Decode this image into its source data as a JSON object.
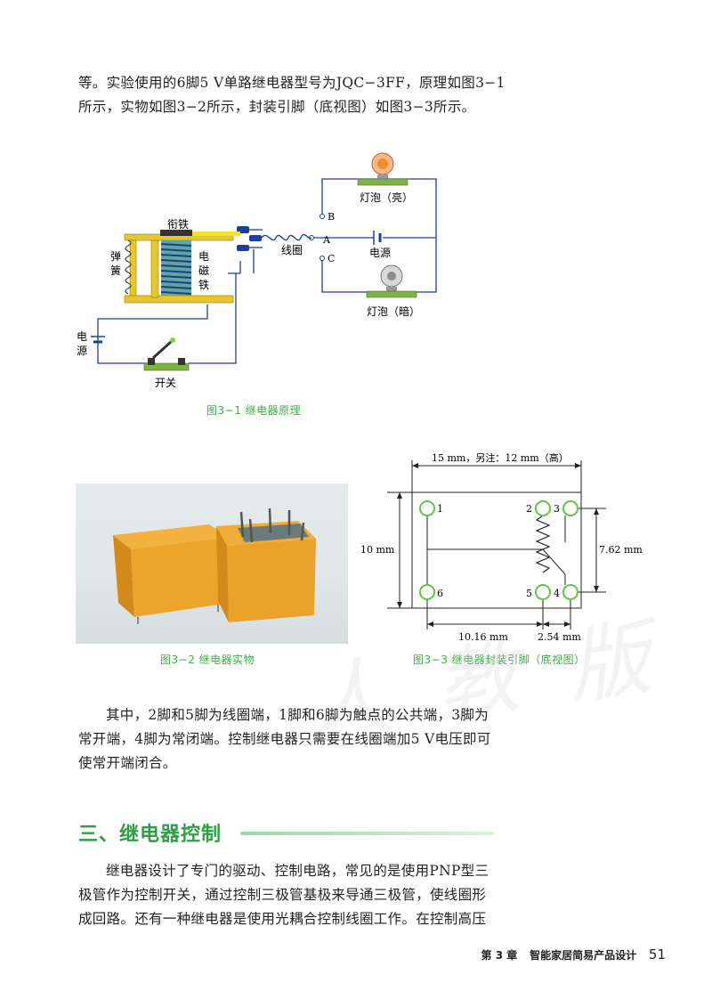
{
  "intro": {
    "line1": "等。实验使用的6脚5 V单路继电器型号为JQC−3FF，原理如图3−1",
    "line2": "所示，实物如图3−2所示，封装引脚（底视图）如图3−3所示。"
  },
  "figure1": {
    "caption": "图3−1    继电器原理",
    "labels": {
      "armature": "衔铁",
      "spring": "弹簧",
      "electromagnet": "电磁铁",
      "coil": "线圈",
      "power_left": "电源",
      "power_right": "电源",
      "switch": "开关",
      "bulb_on": "灯泡（亮）",
      "bulb_off": "灯泡（暗）",
      "point_a": "A",
      "point_b": "B",
      "point_c": "C"
    },
    "colors": {
      "wire": "#1e3f9c",
      "bulb_on": "#f28c28",
      "bulb_off": "#8a8a8a",
      "base": "#7cb342"
    }
  },
  "figure2": {
    "caption": "图3−2    继电器实物"
  },
  "figure3": {
    "caption": "图3−3    继电器封装引脚（底视图）",
    "top_dim": "15 mm，另注：12 mm（高）",
    "left_dim": "10 mm",
    "right_dim": "7.62 mm",
    "bottom_dim_left": "10.16 mm",
    "bottom_dim_right": "2.54 mm",
    "pins": [
      "1",
      "2",
      "3",
      "4",
      "5",
      "6"
    ],
    "pin_color": "#5cc840"
  },
  "body": {
    "p1_line1": "其中，2脚和5脚为线圈端，1脚和6脚为触点的公共端，3脚为",
    "p1_line2": "常开端，4脚为常闭端。控制继电器只需要在线圈端加5 V电压即可",
    "p1_line3": "使常开端闭合。"
  },
  "section": {
    "title": "三、继电器控制"
  },
  "body2": {
    "line1": "继电器设计了专门的驱动、控制电路，常见的是使用PNP型三",
    "line2": "极管作为控制开关，通过控制三极管基极来导通三极管，使线圈形",
    "line3": "成回路。还有一种继电器是使用光耦合控制线圈工作。在控制高压"
  },
  "footer": {
    "chapter": "第 3 章",
    "title": "智能家居简易产品设计",
    "page": "51"
  }
}
